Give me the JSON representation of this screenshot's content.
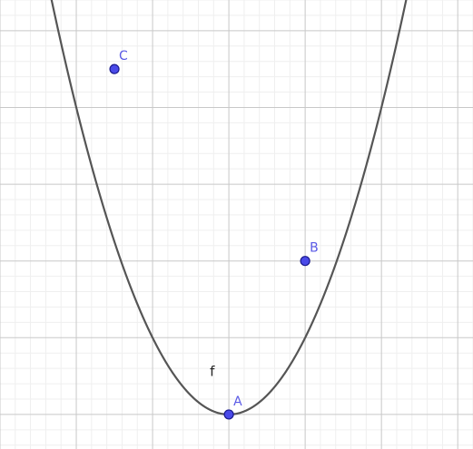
{
  "chart_data": {
    "type": "line",
    "title": "",
    "xlabel": "",
    "ylabel": "",
    "grid": true,
    "xlim": [
      -3,
      3.2
    ],
    "ylim": [
      -0.45,
      5.4
    ],
    "function": {
      "name": "f",
      "expression": "f(x) = x^2",
      "coefficients": {
        "a": 1,
        "h": 0,
        "k": 0
      },
      "color": "#555555"
    },
    "points": [
      {
        "name": "A",
        "x": 0,
        "y": 0
      },
      {
        "name": "B",
        "x": 1,
        "y": 2
      },
      {
        "name": "C",
        "x": -1.5,
        "y": 4.5
      }
    ],
    "point_color": "#4a4ae8",
    "label_color": "#5a5ae6"
  }
}
